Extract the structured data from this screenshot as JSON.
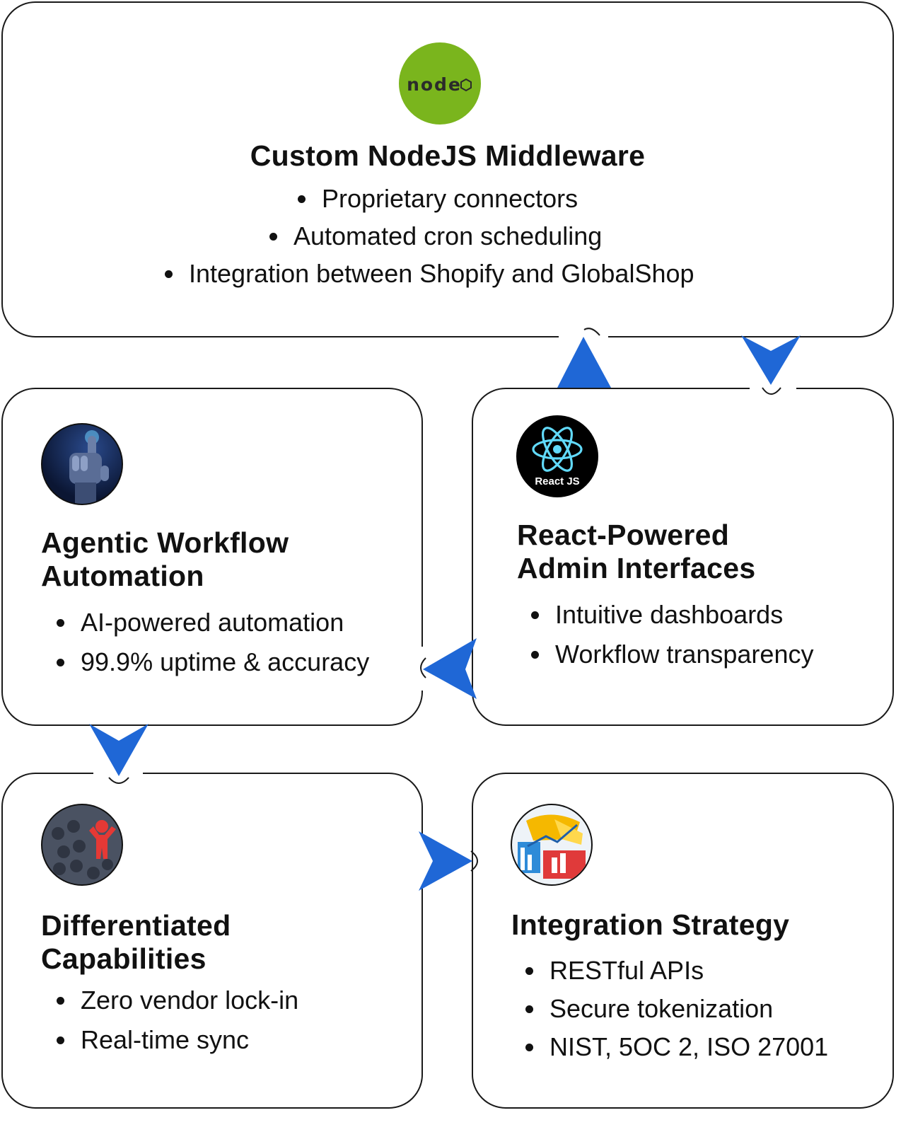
{
  "colors": {
    "arrow": "#1f67d6",
    "node_green": "#7ab51d",
    "react_cyan": "#61dafb",
    "card_border": "#1a1a1a"
  },
  "cards": {
    "node": {
      "icon": "nodejs-logo-icon",
      "icon_text": "node",
      "title": "Custom NodeJS Middleware",
      "bullets": [
        "Proprietary connectors",
        "Automated cron scheduling",
        "Integration between Shopify and GlobalShop"
      ]
    },
    "react": {
      "icon": "react-logo-icon",
      "icon_text": "React JS",
      "title_line1": "React-Powered",
      "title_line2": "Admin Interfaces",
      "bullets": [
        "Intuitive dashboards",
        "Workflow transparency"
      ]
    },
    "agentic": {
      "icon": "robot-hand-icon",
      "title_line1": "Agentic Workflow",
      "title_line2": "Automation",
      "bullets": [
        "AI-powered automation",
        "99.9% uptime & accuracy"
      ]
    },
    "differentiated": {
      "icon": "standout-figure-icon",
      "title_line1": "Differentiated",
      "title_line2": "Capabilities",
      "bullets": [
        "Zero vendor lock-in",
        "Real-time sync"
      ]
    },
    "integration": {
      "icon": "growth-chart-icon",
      "title": "Integration Strategy",
      "bullets": [
        "RESTful APIs",
        "Secure tokenization",
        "NIST, 5OC 2, ISO 27001"
      ]
    }
  },
  "arrows": [
    {
      "name": "arrow-react-to-node",
      "direction": "up"
    },
    {
      "name": "arrow-node-to-react",
      "direction": "down"
    },
    {
      "name": "arrow-react-to-agentic",
      "direction": "left"
    },
    {
      "name": "arrow-agentic-to-differentiated",
      "direction": "down"
    },
    {
      "name": "arrow-differentiated-to-integration",
      "direction": "right"
    }
  ]
}
